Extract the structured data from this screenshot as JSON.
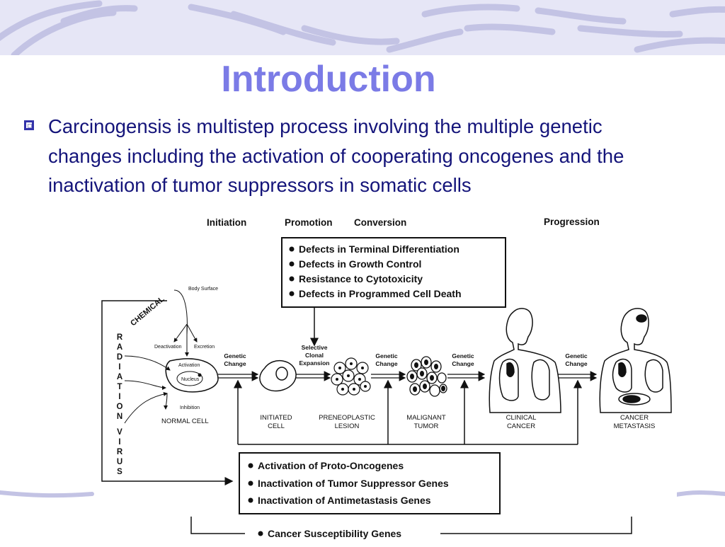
{
  "slide": {
    "title": "Introduction",
    "bullet": "Carcinogensis is multistep process involving the multiple genetic changes including the activation of cooperating oncogenes and the inactivation of tumor suppressors in somatic cells"
  },
  "colors": {
    "title": "#7b7be6",
    "bullet_text": "#14147a",
    "banner": "#e6e6f6",
    "banner_stroke": "#c3c3e4"
  },
  "figure": {
    "stages": {
      "initiation": "Initiation",
      "promotion": "Promotion",
      "conversion": "Conversion",
      "progression": "Progression"
    },
    "top_box": [
      "Defects in Terminal Differentiation",
      "Defects in Growth Control",
      "Resistance to Cytotoxicity",
      "Defects in Programmed Cell Death"
    ],
    "bottom_box": [
      "Activation of Proto-Oncogenes",
      "Inactivation of Tumor Suppressor Genes",
      "Inactivation of Antimetastasis Genes"
    ],
    "susceptibility": "Cancer Susceptibility Genes",
    "chemical": "CHEMICAL",
    "radiation_virus": [
      "R",
      "A",
      "D",
      "I",
      "A",
      "T",
      "I",
      "O",
      "N",
      "V",
      "I",
      "R",
      "U",
      "S"
    ],
    "cell_labels": {
      "body_surface": "Body Surface",
      "deactivation": "Deactivation",
      "excretion": "Excretion",
      "activation": "Activation",
      "nucleus": "Nucleus",
      "inhibition": "Inhibition"
    },
    "genetic_change": [
      "Genetic",
      "Change"
    ],
    "selective": [
      "Selective",
      "Clonal",
      "Expansion"
    ],
    "cells": {
      "normal": "NORMAL CELL",
      "initiated": [
        "INITIATED",
        "CELL"
      ],
      "preneoplastic": [
        "PRENEOPLASTIC",
        "LESION"
      ],
      "malignant": [
        "MALIGNANT",
        "TUMOR"
      ],
      "clinical": [
        "CLINICAL",
        "CANCER"
      ],
      "metastasis": [
        "CANCER",
        "METASTASIS"
      ]
    }
  }
}
